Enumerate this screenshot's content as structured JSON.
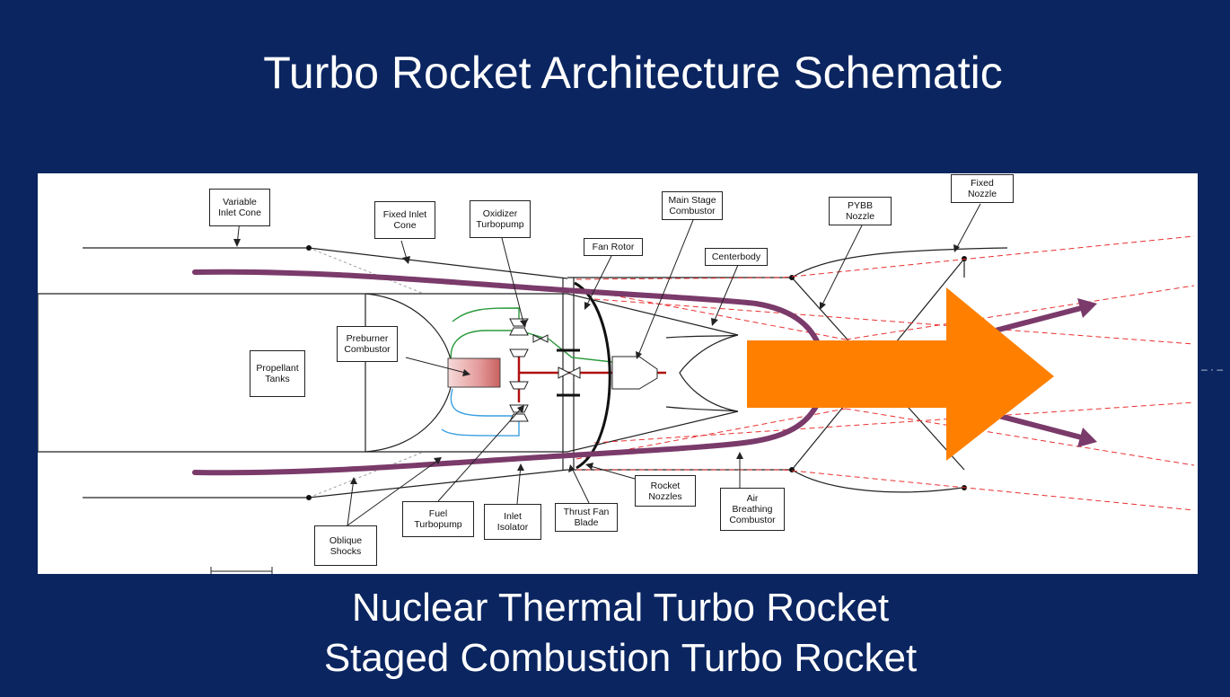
{
  "slide": {
    "title": "Turbo Rocket Architecture Schematic",
    "caption_line1": "Nuclear Thermal Turbo Rocket",
    "caption_line2": "Staged Combustion Turbo Rocket"
  },
  "labels": {
    "variable_inlet_cone": "Variable\nInlet Cone",
    "fixed_inlet_cone": "Fixed Inlet\nCone",
    "oxidizer_turbopump": "Oxidizer\nTurbopump",
    "fan_rotor": "Fan Rotor",
    "main_stage_combustor": "Main Stage\nCombustor",
    "centerbody": "Centerbody",
    "pybb_nozzle": "PYBB\nNozzle",
    "fixed_nozzle": "Fixed\nNozzle",
    "preburner_combustor": "Preburner\nCombustor",
    "propellant_tanks": "Propellant\nTanks",
    "oblique_shocks": "Oblique\nShocks",
    "fuel_turbopump": "Fuel\nTurbopump",
    "inlet_isolator": "Inlet\nIsolator",
    "thrust_fan_blade": "Thrust Fan\nBlade",
    "rocket_nozzles": "Rocket\nNozzles",
    "air_breathing_combustor": "Air\nBreathing\nCombustor"
  },
  "colors": {
    "background": "#0a2560",
    "flow_path": "#7a3a6a",
    "exhaust_arrow": "#ff8000",
    "shock_lines": "#e83030",
    "oxidizer_line": "#2a9a3a",
    "fuel_line": "#3aa0e0",
    "hot_line": "#b01010"
  }
}
